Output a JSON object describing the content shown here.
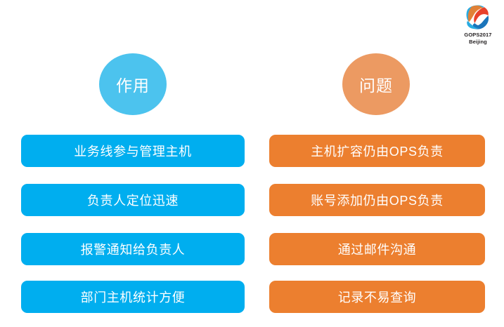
{
  "logo": {
    "name": "gops-logo",
    "line1": "GOPS2017",
    "line2": "Beijing",
    "colors": {
      "orange": "#F07D28",
      "red": "#E8412B",
      "blue_dark": "#1B75BB",
      "blue_light": "#29ABE2"
    }
  },
  "colors": {
    "circle_blue": "#4CC3EE",
    "circle_orange": "#EC9A62",
    "bar_blue": "#00AEEF",
    "bar_orange": "#EC7F2F",
    "text_white": "#FFFFFF",
    "background": "#FFFFFF"
  },
  "columns": [
    {
      "id": "benefits",
      "heading": "作用",
      "items": [
        "业务线参与管理主机",
        "负责人定位迅速",
        "报警通知给负责人",
        "部门主机统计方便"
      ]
    },
    {
      "id": "problems",
      "heading": "问题",
      "items": [
        "主机扩容仍由OPS负责",
        "账号添加仍由OPS负责",
        "通过邮件沟通",
        "记录不易查询"
      ]
    }
  ]
}
